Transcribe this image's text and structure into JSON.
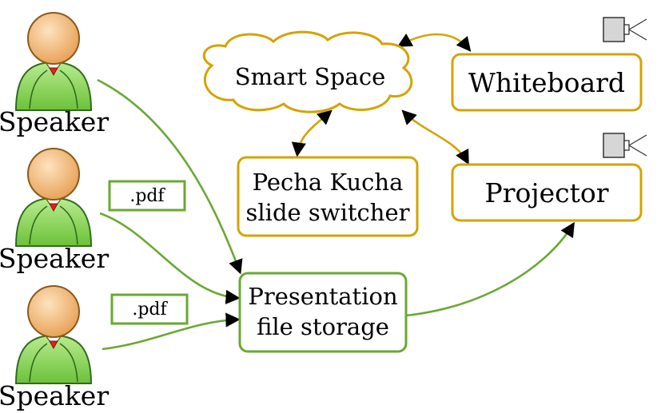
{
  "speakers": [
    {
      "label": "Speaker"
    },
    {
      "label": "Speaker"
    },
    {
      "label": "Speaker"
    }
  ],
  "files": [
    {
      "label": ".pdf"
    },
    {
      "label": ".pdf"
    }
  ],
  "nodes": {
    "smart_space": "Smart Space",
    "whiteboard": "Whiteboard",
    "projector": "Projector",
    "pecha_kucha_line1": "Pecha Kucha",
    "pecha_kucha_line2": "slide switcher",
    "storage_line1": "Presentation",
    "storage_line2": "file storage"
  },
  "colors": {
    "gold": "#d4a300",
    "green": "#6aa832",
    "skin": "#f2b56f",
    "shirt": "#8fd35b",
    "tie": "#e0201c"
  },
  "icons": [
    "user-icon",
    "projector-icon",
    "cloud-shape"
  ]
}
